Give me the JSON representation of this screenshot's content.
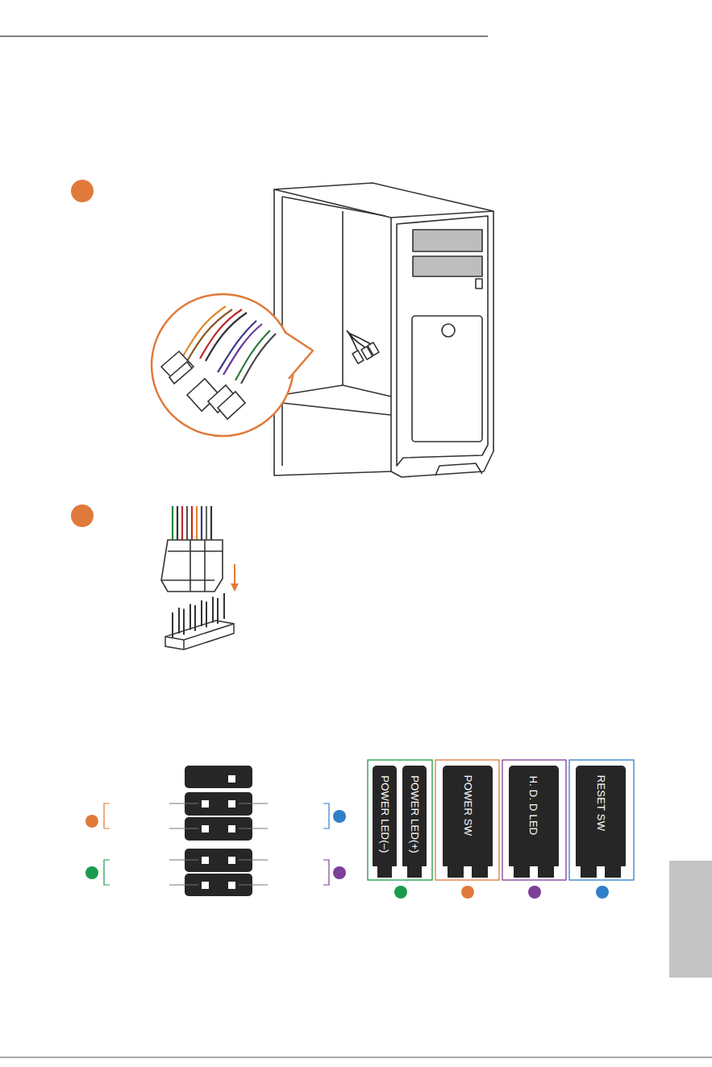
{
  "diagram": {
    "nodes": [
      {
        "text": [
          "POWER LED(–)"
        ]
      },
      {
        "text": [
          "POWER LED(+)"
        ]
      },
      {
        "text": [
          "POWER SW"
        ]
      },
      {
        "text": [
          "H. D. D LED"
        ]
      },
      {
        "text": [
          "RESET SW"
        ]
      }
    ]
  }
}
